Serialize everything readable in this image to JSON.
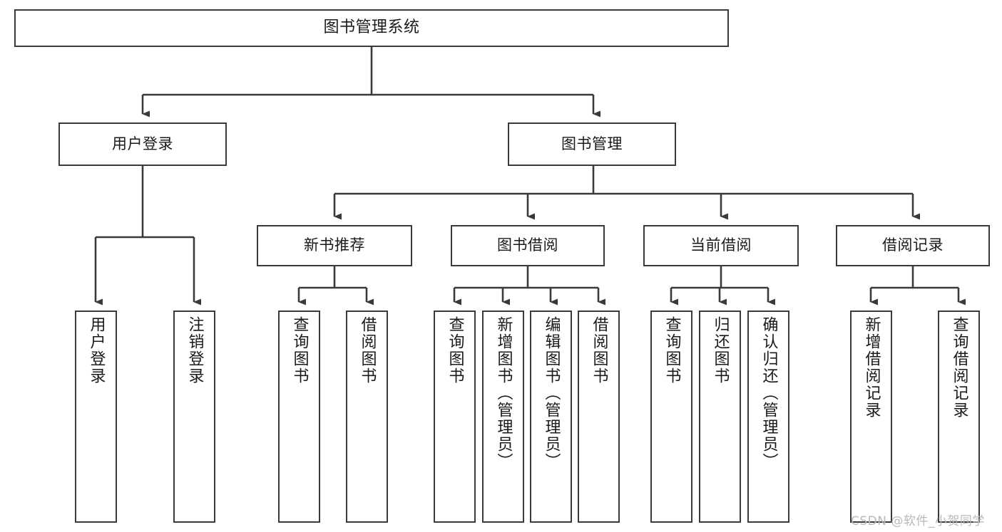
{
  "diagram": {
    "title": "图书管理系统",
    "type": "hierarchy-tree",
    "colors": {
      "box_border": "#3a3a3a",
      "box_fill": "#ffffff",
      "edge": "#3a3a3a",
      "text": "#1a1a1a",
      "watermark": "#b9b9b9",
      "background": "#ffffff"
    },
    "root": {
      "label": "图书管理系统"
    },
    "tier1": [
      {
        "label": "用户登录"
      },
      {
        "label": "图书管理"
      }
    ],
    "tier2": [
      {
        "label": "新书推荐"
      },
      {
        "label": "图书借阅"
      },
      {
        "label": "当前借阅"
      },
      {
        "label": "借阅记录"
      }
    ],
    "leaves": {
      "user_login": [
        {
          "label": "用户登录"
        },
        {
          "label": "注销登录"
        }
      ],
      "new_book_recommend": [
        {
          "label": "查询图书"
        },
        {
          "label": "借阅图书"
        }
      ],
      "book_borrow": [
        {
          "label": "查询图书"
        },
        {
          "label": "新增图书（管理员）"
        },
        {
          "label": "编辑图书（管理员）"
        },
        {
          "label": "借阅图书"
        }
      ],
      "current_borrow": [
        {
          "label": "查询图书"
        },
        {
          "label": "归还图书"
        },
        {
          "label": "确认归还（管理员）"
        }
      ],
      "borrow_record": [
        {
          "label": "新增借阅记录"
        },
        {
          "label": "查询借阅记录"
        }
      ]
    }
  },
  "watermark": {
    "text": "CSDN @软件_小贺同学"
  }
}
